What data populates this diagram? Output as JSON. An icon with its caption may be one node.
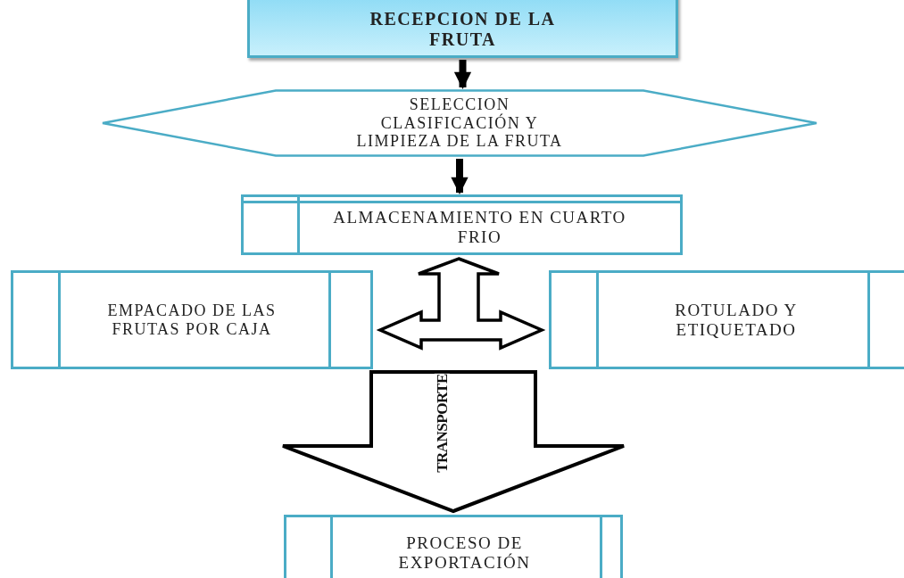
{
  "diagram": {
    "nodes": [
      {
        "text": [
          "RECEPCION DE LA FRUTA"
        ]
      },
      {
        "text": [
          "SELECCION CLASIFICACIÓN Y LIMPIEZA DE LA FRUTA"
        ]
      },
      {
        "text": [
          "ALMACENAMIENTO EN CUARTO FRIO"
        ]
      },
      {
        "text": [
          "EMPACADO DE LAS FRUTAS POR CAJA"
        ]
      },
      {
        "text": [
          "ROTULADO Y ETIQUETADO"
        ]
      },
      {
        "text": [
          "PROCESO DE EXPORTACIÓN"
        ]
      }
    ],
    "edges": [
      {
        "from": 0,
        "to": 1,
        "arrow": "to"
      },
      {
        "from": 1,
        "to": 2,
        "arrow": "to"
      },
      {
        "from": 2,
        "to": 3,
        "arrow": "both"
      },
      {
        "from": 2,
        "to": 4,
        "arrow": "both"
      },
      {
        "from": null,
        "to": 5,
        "arrow": "to",
        "label": "TRANSPORTE"
      }
    ]
  }
}
